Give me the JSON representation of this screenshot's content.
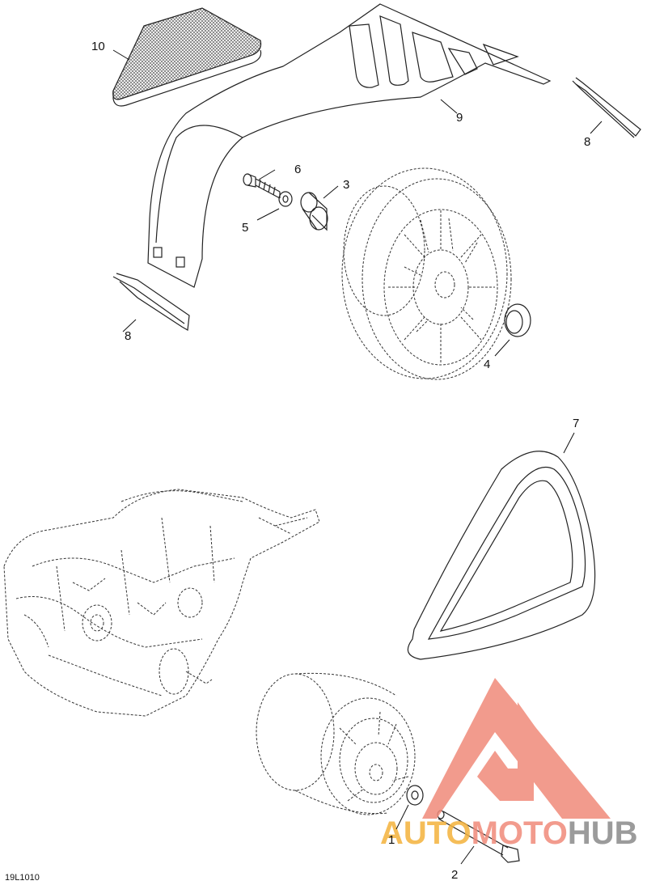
{
  "diagram_code": "19L1010",
  "callouts": {
    "c1": "1",
    "c2": "2",
    "c3": "3",
    "c4": "4",
    "c5": "5",
    "c6": "6",
    "c7": "7",
    "c8a": "8",
    "c8b": "8",
    "c9": "9",
    "c10": "10"
  },
  "watermark": {
    "part1": "AUTO",
    "part2": "MOTO",
    "part3": "HUB",
    "color_primary": "#f08a7a",
    "color_accent": "#f4b23c",
    "color_gray": "#8a8a8a"
  }
}
